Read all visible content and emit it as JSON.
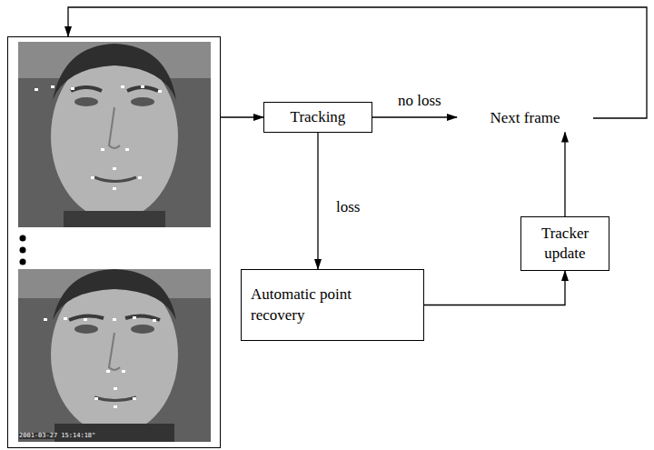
{
  "diagram": {
    "nodes": [
      {
        "text": [
          "2001-03-27 15:14:18\""
        ]
      },
      {
        "text": [
          "Tracking"
        ]
      },
      {
        "text": [
          "Next frame"
        ]
      },
      {
        "text": [
          "Automatic point recovery"
        ]
      },
      {
        "text": [
          "Tracker update"
        ]
      }
    ],
    "edges": [
      {
        "from": 0,
        "to": 1,
        "arrow": "to"
      },
      {
        "from": 1,
        "to": 2,
        "label": "no loss",
        "arrow": "to"
      },
      {
        "from": 1,
        "to": 3,
        "label": "loss",
        "arrow": "to"
      },
      {
        "from": 3,
        "to": 4,
        "arrow": "to"
      },
      {
        "from": 4,
        "to": 2,
        "arrow": "to"
      },
      {
        "from": 2,
        "to": 0,
        "arrow": "to"
      }
    ]
  }
}
